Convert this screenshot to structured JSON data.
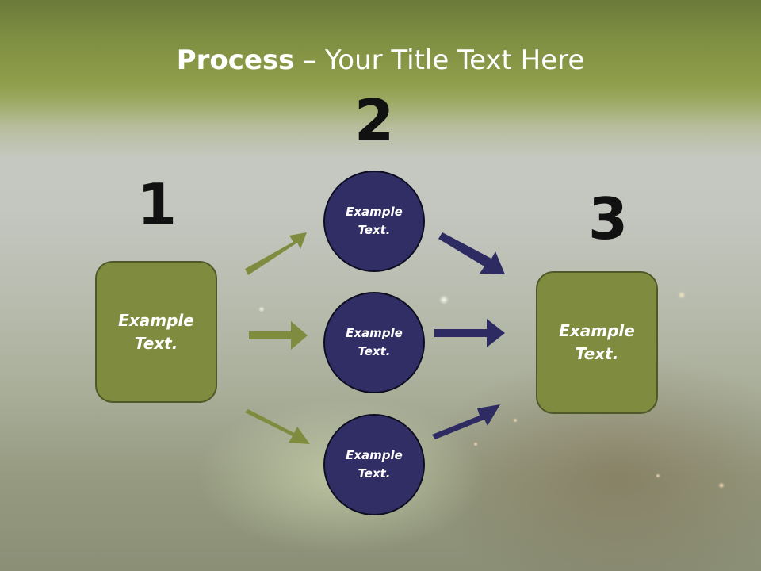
{
  "title": {
    "bold": "Process",
    "rest": " – Your Title Text Here"
  },
  "steps": [
    {
      "number": "1",
      "label": "Example\nText."
    },
    {
      "number": "2",
      "items": [
        {
          "label": "Example\nText."
        },
        {
          "label": "Example\nText."
        },
        {
          "label": "Example\nText."
        }
      ]
    },
    {
      "number": "3",
      "label": "Example\nText."
    }
  ],
  "colors": {
    "green_box": "#7f8b3e",
    "navy_circle": "#312e65",
    "green_arrow": "#7f8b3e",
    "navy_arrow": "#2e2b62",
    "banner": "#7f8f42"
  }
}
